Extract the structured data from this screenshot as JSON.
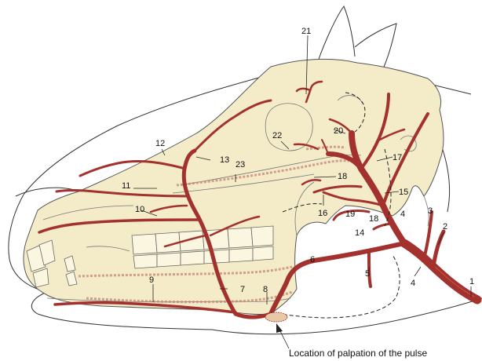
{
  "labels": [
    {
      "id": "1",
      "text": "1"
    },
    {
      "id": "2",
      "text": "2"
    },
    {
      "id": "3",
      "text": "3"
    },
    {
      "id": "4a",
      "text": "4"
    },
    {
      "id": "4b",
      "text": "4"
    },
    {
      "id": "5",
      "text": "5"
    },
    {
      "id": "6",
      "text": "6"
    },
    {
      "id": "7",
      "text": "7"
    },
    {
      "id": "8",
      "text": "8"
    },
    {
      "id": "9",
      "text": "9"
    },
    {
      "id": "10",
      "text": "10"
    },
    {
      "id": "11",
      "text": "11"
    },
    {
      "id": "12",
      "text": "12"
    },
    {
      "id": "13",
      "text": "13"
    },
    {
      "id": "14",
      "text": "14"
    },
    {
      "id": "15",
      "text": "15"
    },
    {
      "id": "16",
      "text": "16"
    },
    {
      "id": "17",
      "text": "17"
    },
    {
      "id": "18a",
      "text": "18"
    },
    {
      "id": "18b",
      "text": "18"
    },
    {
      "id": "19",
      "text": "19"
    },
    {
      "id": "20",
      "text": "20"
    },
    {
      "id": "21",
      "text": "21"
    },
    {
      "id": "22",
      "text": "22"
    },
    {
      "id": "23",
      "text": "23"
    }
  ],
  "annotation": {
    "pulse": "Location of palpation of the pulse"
  },
  "colors": {
    "artery": "#a3312d",
    "skull": "#f4ecc9",
    "outline": "#333333"
  }
}
